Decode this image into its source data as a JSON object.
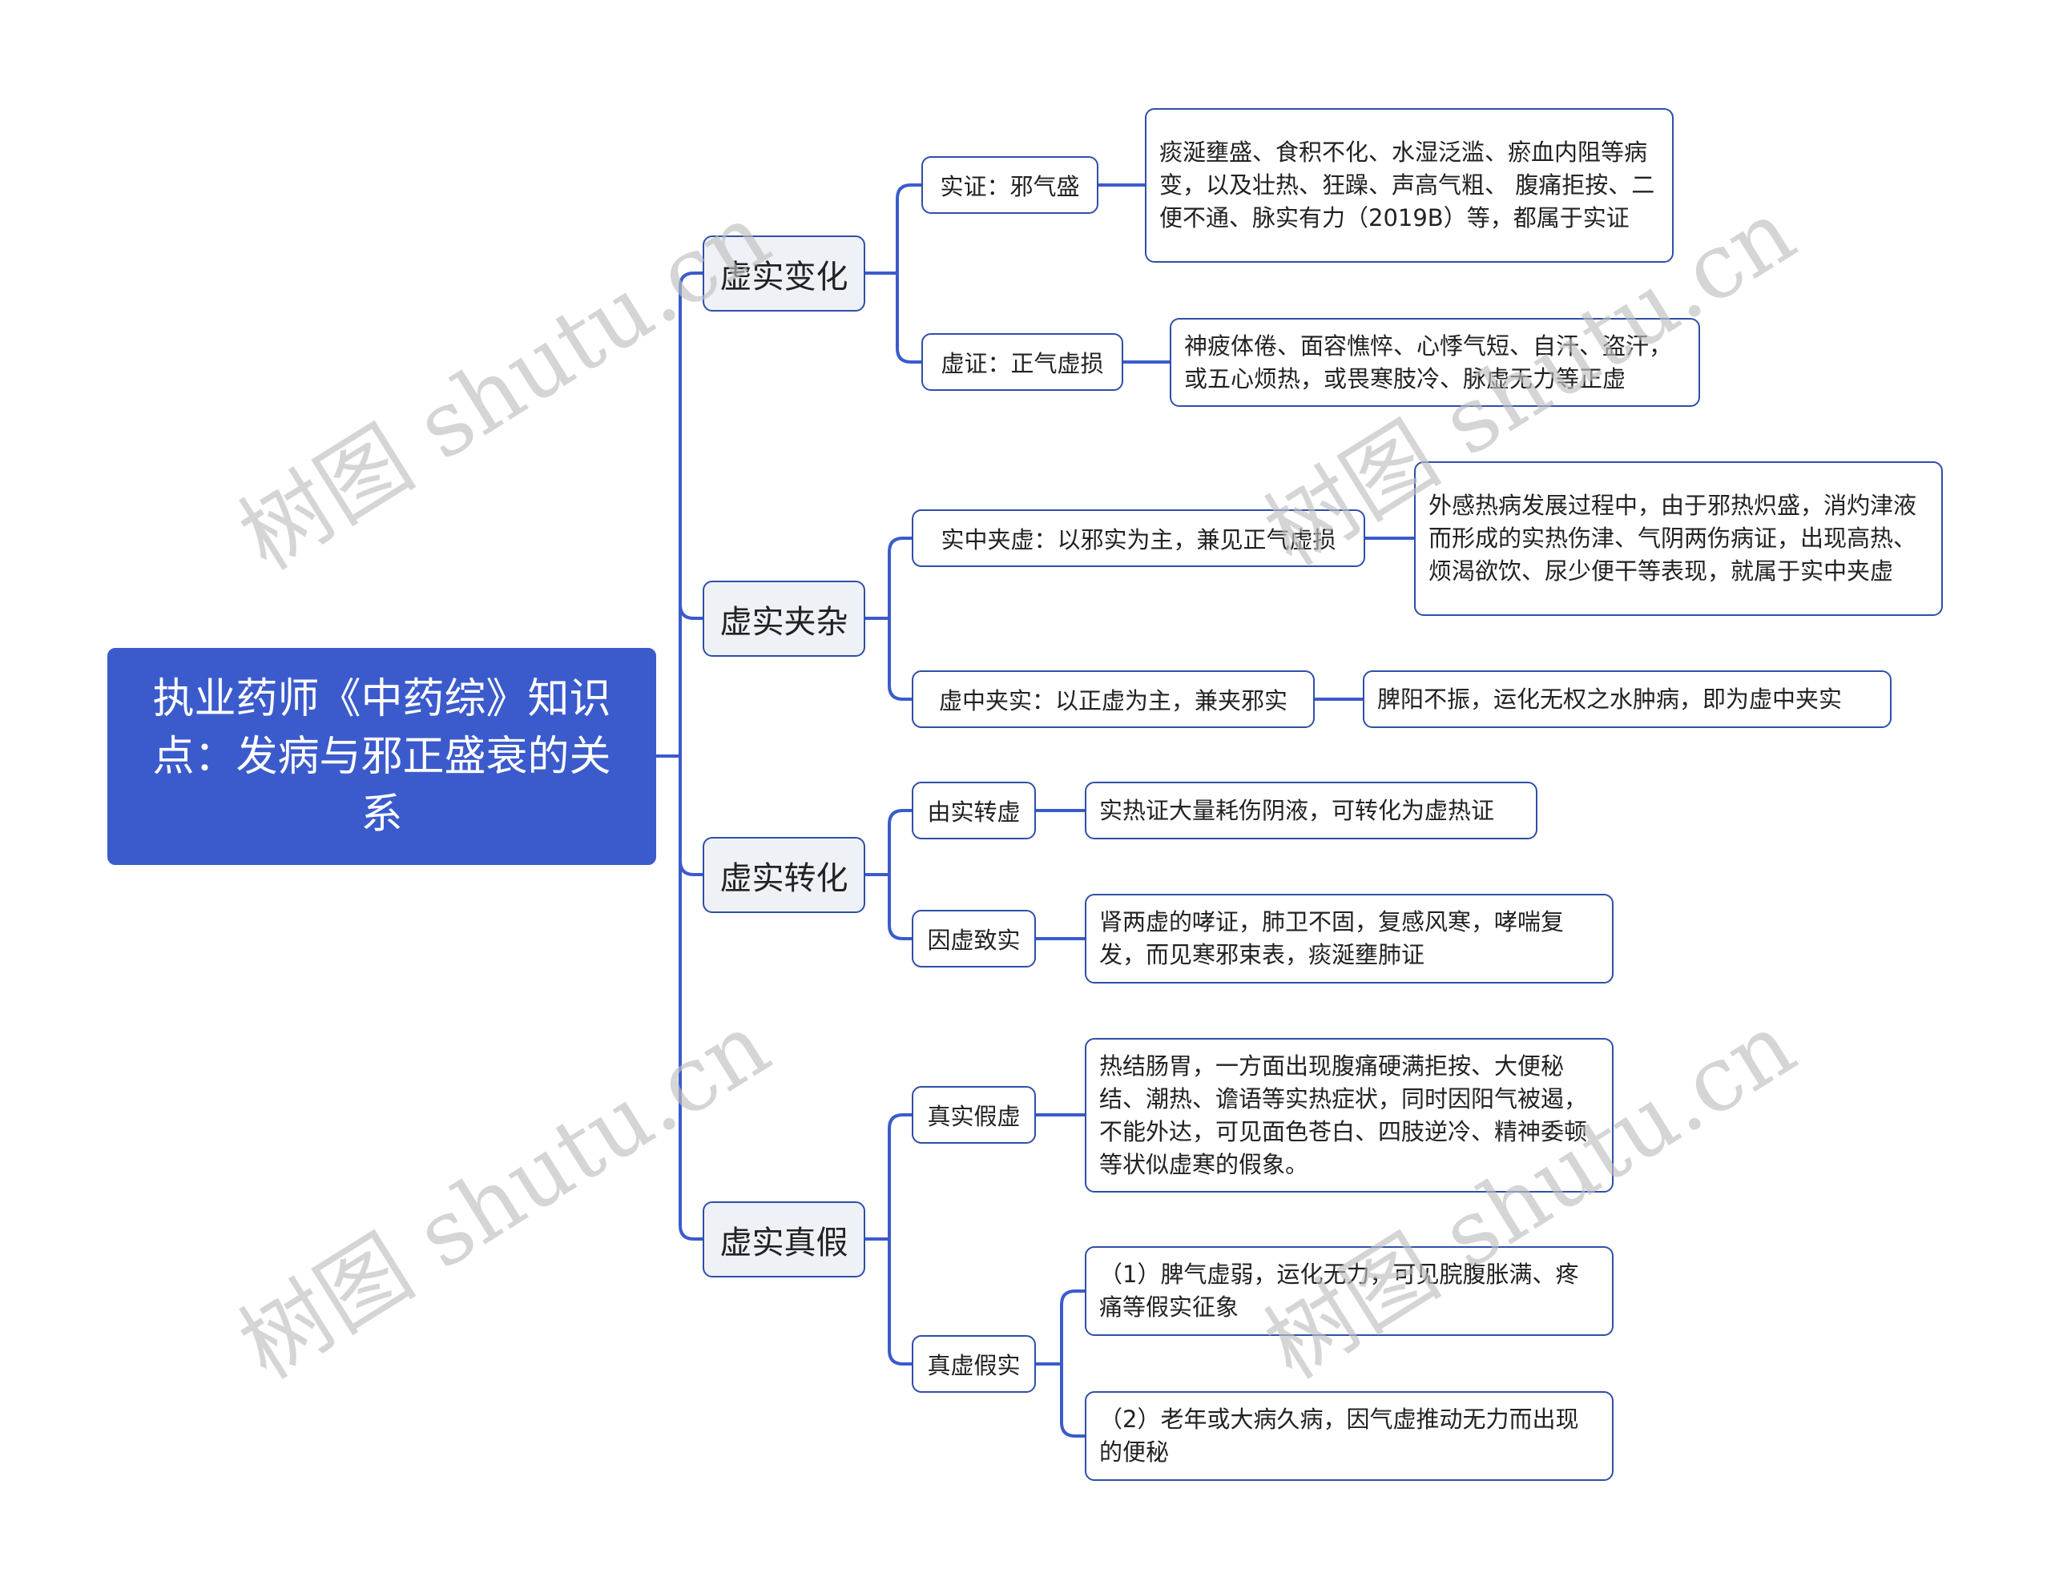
{
  "root": {
    "title": "执业药师《中药综》知识点：发病与邪正盛衰的关系"
  },
  "colors": {
    "root_fill": "#3b5bcc",
    "branch_fill": "#eef1f6",
    "border": "#2f4fa8",
    "line": "#3b5bcc",
    "watermark": "#c8c8c8"
  },
  "branches": [
    {
      "label": "虚实变化",
      "children": [
        {
          "label": "实证：邪气盛",
          "details": [
            "痰涎壅盛、食积不化、水湿泛滥、瘀血内阻等病变，以及壮热、狂躁、声高气粗、 腹痛拒按、二便不通、脉实有力（2019B）等，都属于实证"
          ]
        },
        {
          "label": "虚证：正气虚损",
          "details": [
            "神疲体倦、面容憔悴、心悸气短、自汗、盗汗，或五心烦热，或畏寒肢冷、脉虚无力等正虚"
          ]
        }
      ]
    },
    {
      "label": "虚实夹杂",
      "children": [
        {
          "label": "实中夹虚：以邪实为主，兼见正气虚损",
          "details": [
            "外感热病发展过程中，由于邪热炽盛，消灼津液而形成的实热伤津、气阴两伤病证，出现高热、烦渴欲饮、尿少便干等表现，就属于实中夹虚"
          ]
        },
        {
          "label": "虚中夹实：以正虚为主，兼夹邪实",
          "details": [
            "脾阳不振，运化无权之水肿病，即为虚中夹实"
          ]
        }
      ]
    },
    {
      "label": "虚实转化",
      "children": [
        {
          "label": "由实转虚",
          "details": [
            "实热证大量耗伤阴液，可转化为虚热证"
          ]
        },
        {
          "label": "因虚致实",
          "details": [
            "肾两虚的哮证，肺卫不固，复感风寒，哮喘复发，而见寒邪束表，痰涎壅肺证"
          ]
        }
      ]
    },
    {
      "label": "虚实真假",
      "children": [
        {
          "label": "真实假虚",
          "details": [
            "热结肠胃，一方面出现腹痛硬满拒按、大便秘结、潮热、谵语等实热症状，同时因阳气被遏，不能外达，可见面色苍白、四肢逆冷、精神委顿等状似虚寒的假象。"
          ]
        },
        {
          "label": "真虚假实",
          "details": [
            "（1）脾气虚弱，运化无力，可见脘腹胀满、疼痛等假实征象",
            "（2）老年或大病久病，因气虚推动无力而出现的便秘"
          ]
        }
      ]
    }
  ],
  "watermark": {
    "text": "树图 shutu.cn"
  }
}
